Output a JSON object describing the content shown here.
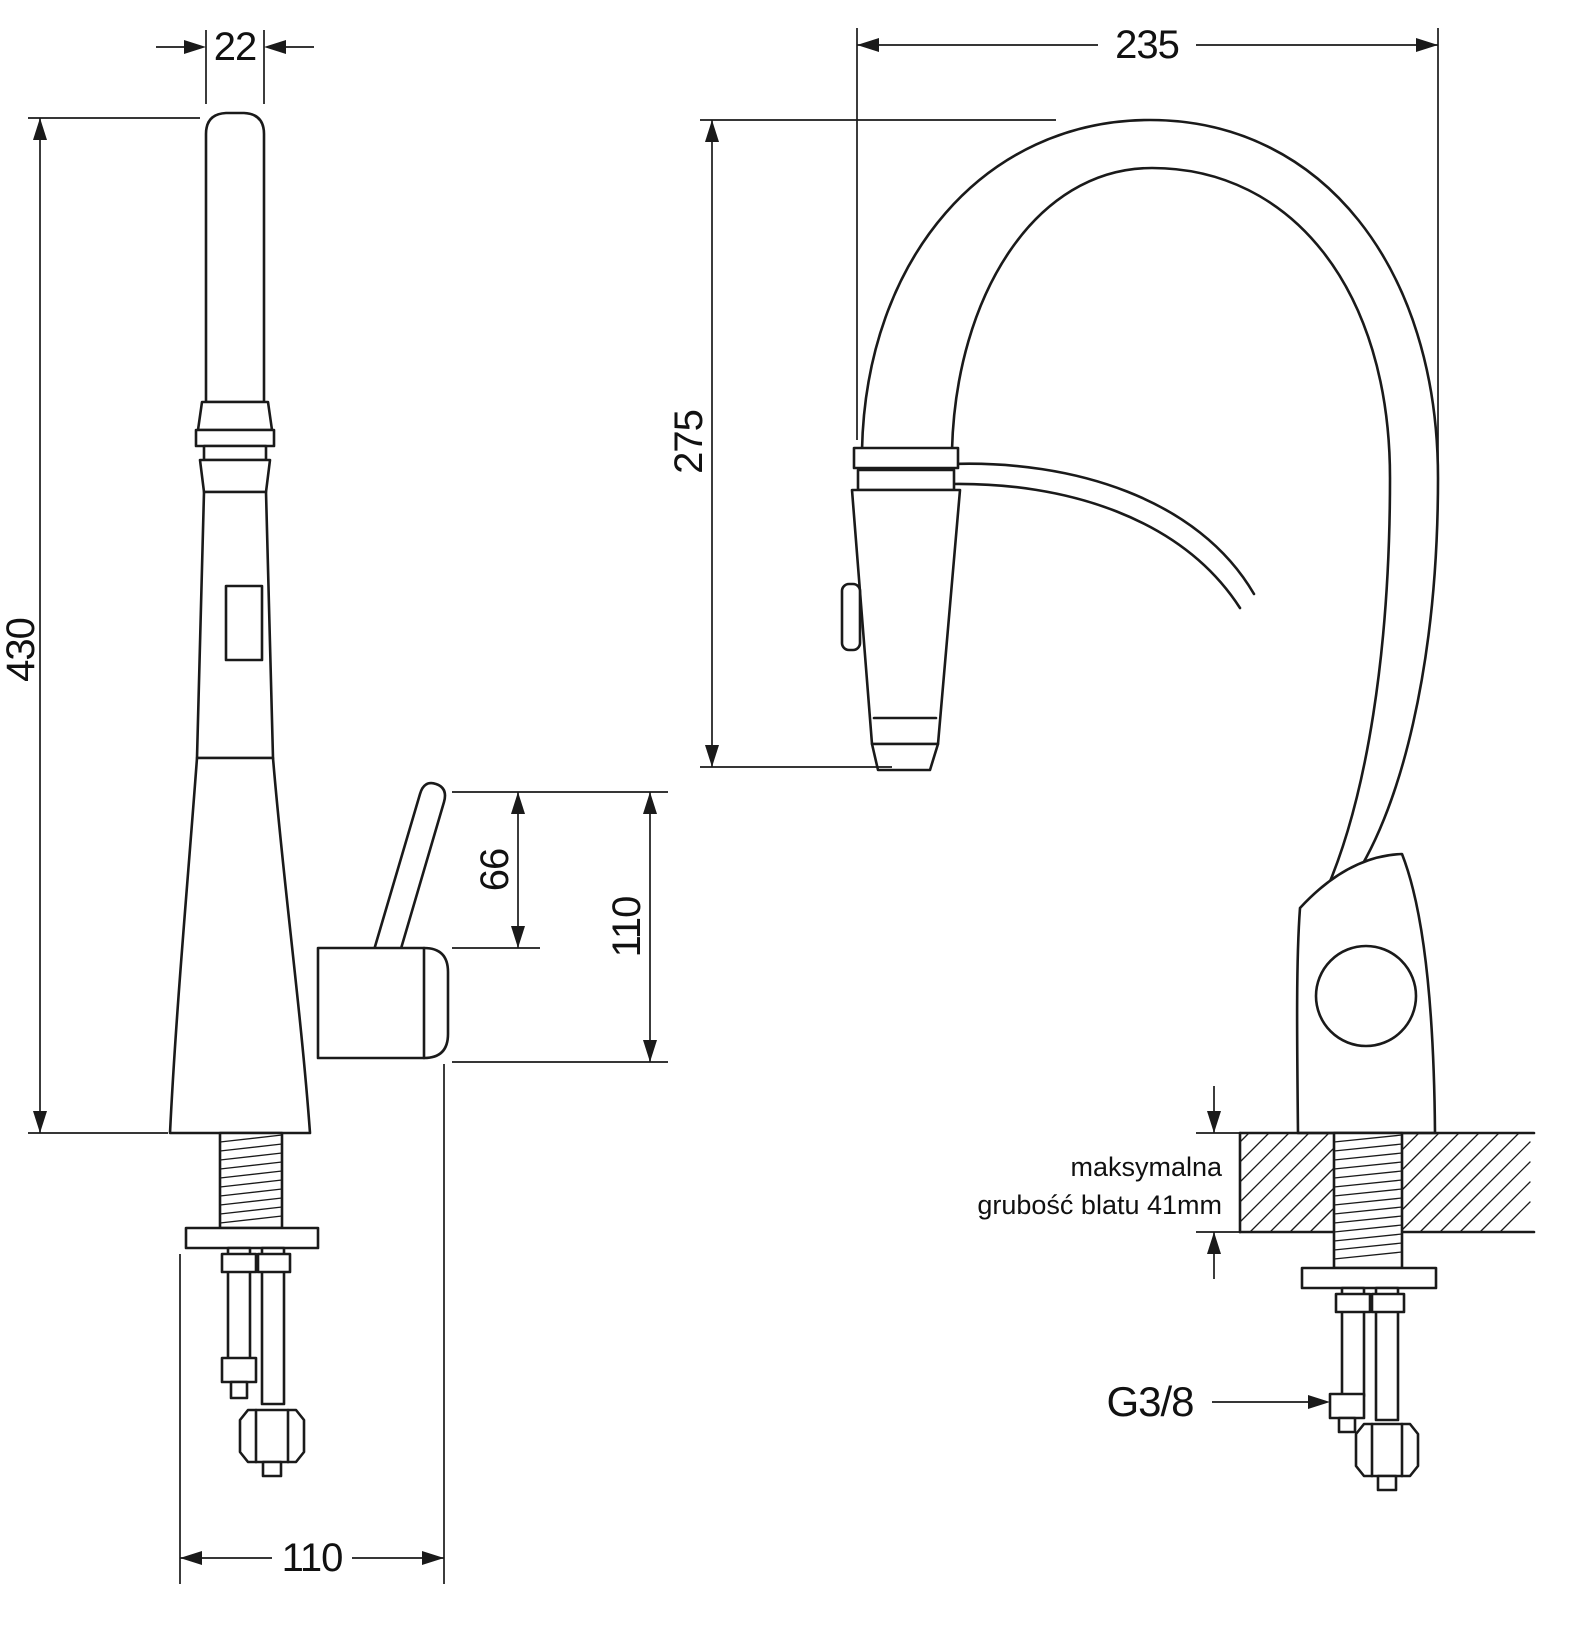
{
  "drawing": {
    "subject": "kitchen faucet with pull-out spray head, two orthographic views with dimensions",
    "colors": {
      "line": "#1a1a1a",
      "background": "#ffffff"
    },
    "dimensions": {
      "spout_diameter": "22",
      "total_height": "430",
      "lever_height": "66",
      "body_height": "110",
      "base_depth": "110",
      "spout_reach": "235",
      "spout_drop": "275",
      "thread_size": "G3/8"
    },
    "notes": {
      "counter_line1": "maksymalna",
      "counter_line2": "grubość blatu 41mm"
    }
  }
}
